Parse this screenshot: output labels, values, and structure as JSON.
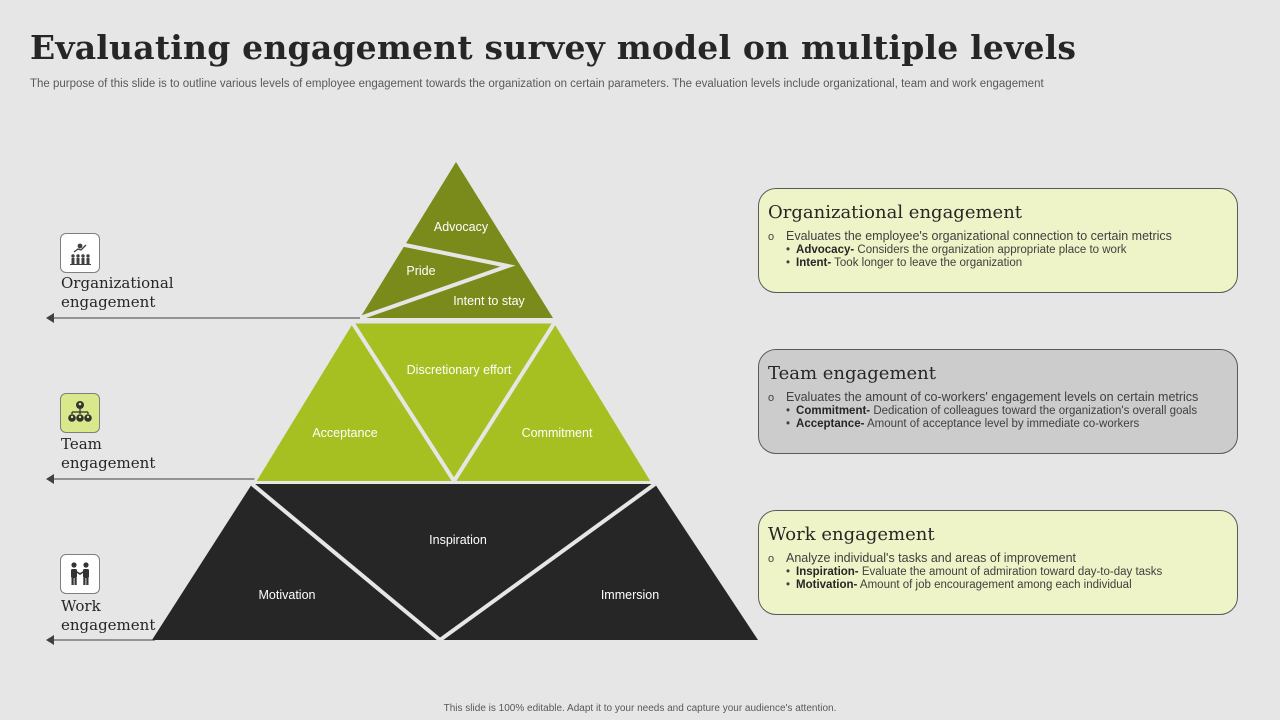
{
  "title": "Evaluating engagement survey model on multiple levels",
  "subtitle": "The purpose of this slide is to outline various levels of employee engagement towards the organization on certain parameters. The evaluation levels include organizational, team and work engagement",
  "footer": "This slide is 100% editable. Adapt it to your needs and capture your audience's attention.",
  "colors": {
    "top": "#7a8b1b",
    "middle": "#a6c021",
    "bottom": "#262626",
    "card_light": "#eef4c7",
    "card_grey": "#cdcccc"
  },
  "pyramid": {
    "top": {
      "advocacy": "Advocacy",
      "pride": "Pride",
      "intent": "Intent to stay"
    },
    "middle": {
      "discretionary": "Discretionary effort",
      "acceptance": "Acceptance",
      "commitment": "Commitment"
    },
    "bottom": {
      "inspiration": "Inspiration",
      "motivation": "Motivation",
      "immersion": "Immersion"
    }
  },
  "levels": [
    {
      "icon": "chart-team-icon",
      "line1": "Organizational",
      "line2": "engagement"
    },
    {
      "icon": "hierarchy-icon",
      "line1": "Team",
      "line2": "engagement"
    },
    {
      "icon": "handshake-icon",
      "line1": "Work",
      "line2": "engagement"
    }
  ],
  "cards": [
    {
      "title": "Organizational engagement",
      "main": "Evaluates  the  employee's  organizational  connection  to  certain  metrics",
      "items": [
        {
          "term": "Advocacy-",
          "text": " Considers the organization appropriate place to work"
        },
        {
          "term": "Intent-",
          "text": " Took longer to leave the organization"
        }
      ]
    },
    {
      "title": "Team engagement",
      "main": "Evaluates  the  amount  of  co-workers'  engagement  levels  on  certain  metrics",
      "items": [
        {
          "term": "Commitment-",
          "text": " Dedication of colleagues toward the organization's overall goals"
        },
        {
          "term": "Acceptance-",
          "text": " Amount of acceptance level by immediate co-workers"
        }
      ]
    },
    {
      "title": "Work engagement",
      "main": "Analyze  individual's  tasks  and  areas  of  improvement",
      "items": [
        {
          "term": "Inspiration-",
          "text": " Evaluate the amount of admiration toward day-to-day tasks"
        },
        {
          "term": "Motivation-",
          "text": " Amount of job encouragement among each individual"
        }
      ]
    }
  ]
}
